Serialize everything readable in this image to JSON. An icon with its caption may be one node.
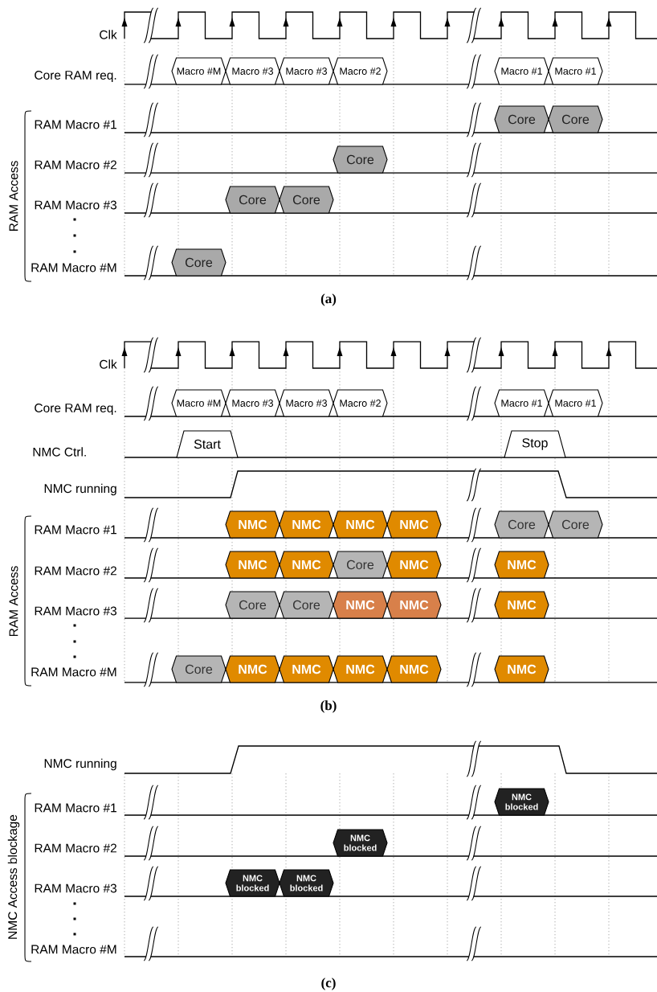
{
  "diagram": {
    "nodes": [
      {
        "text": [
          "Macro #M"
        ]
      },
      {
        "text": [
          "Macro #3"
        ]
      },
      {
        "text": [
          "Macro #3"
        ]
      },
      {
        "text": [
          "Macro #2"
        ]
      },
      {
        "text": [
          "Macro #1"
        ]
      },
      {
        "text": [
          "Macro #1"
        ]
      },
      {
        "text": [
          "Core"
        ]
      },
      {
        "text": [
          "Core"
        ]
      },
      {
        "text": [
          "Core"
        ]
      },
      {
        "text": [
          "Core"
        ]
      },
      {
        "text": [
          "Core"
        ]
      },
      {
        "text": [
          "Core"
        ]
      },
      {
        "text": [
          "Macro #M"
        ]
      },
      {
        "text": [
          "Macro #3"
        ]
      },
      {
        "text": [
          "Macro #3"
        ]
      },
      {
        "text": [
          "Macro #2"
        ]
      },
      {
        "text": [
          "Macro #1"
        ]
      },
      {
        "text": [
          "Macro #1"
        ]
      },
      {
        "text": [
          "Start"
        ]
      },
      {
        "text": [
          "Stop"
        ]
      },
      {
        "text": [
          "NMC"
        ]
      },
      {
        "text": [
          "NMC"
        ]
      },
      {
        "text": [
          "NMC"
        ]
      },
      {
        "text": [
          "NMC"
        ]
      },
      {
        "text": [
          "Core"
        ]
      },
      {
        "text": [
          "Core"
        ]
      },
      {
        "text": [
          "NMC"
        ]
      },
      {
        "text": [
          "NMC"
        ]
      },
      {
        "text": [
          "Core"
        ]
      },
      {
        "text": [
          "NMC"
        ]
      },
      {
        "text": [
          "NMC"
        ]
      },
      {
        "text": [
          "Core"
        ]
      },
      {
        "text": [
          "Core"
        ]
      },
      {
        "text": [
          "NMC"
        ]
      },
      {
        "text": [
          "NMC"
        ]
      },
      {
        "text": [
          "NMC"
        ]
      },
      {
        "text": [
          "Core"
        ]
      },
      {
        "text": [
          "NMC"
        ]
      },
      {
        "text": [
          "NMC"
        ]
      },
      {
        "text": [
          "NMC"
        ]
      },
      {
        "text": [
          "NMC"
        ]
      },
      {
        "text": [
          "NMC"
        ]
      },
      {
        "text": [
          "NMC blocked"
        ]
      },
      {
        "text": [
          "NMC blocked"
        ]
      },
      {
        "text": [
          "NMC blocked"
        ]
      },
      {
        "text": [
          "NMC blocked"
        ]
      }
    ],
    "labels": [
      "Clk",
      "Core RAM req.",
      "RAM Access",
      "RAM Macro #1",
      "RAM Macro #2",
      "RAM Macro #3",
      "RAM Macro #M",
      "(a)",
      "Clk",
      "Core RAM req.",
      "NMC Ctrl.",
      "NMC running",
      "RAM Access",
      "RAM Macro #1",
      "RAM Macro #2",
      "RAM Macro #3",
      "RAM Macro #M",
      "(b)",
      "NMC running",
      "NMC Access blockage",
      "RAM Macro #1",
      "RAM Macro #2",
      "RAM Macro #3",
      "RAM Macro #M",
      "(c)"
    ]
  }
}
